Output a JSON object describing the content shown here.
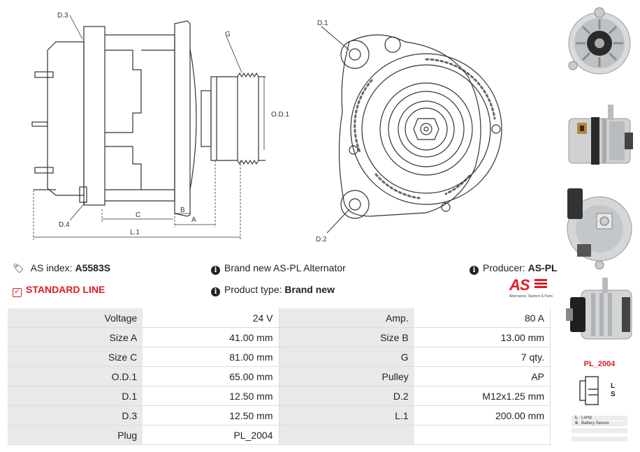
{
  "drawing": {
    "side_labels": {
      "d3": "D.3",
      "d4": "D.4",
      "g": "G",
      "od1": "O.D.1",
      "c": "C",
      "b": "B",
      "a": "A",
      "l1": "L.1"
    },
    "front_labels": {
      "d1": "D.1",
      "d2": "D.2"
    }
  },
  "info": {
    "as_index_label": "AS index:",
    "as_index_value": "A5583S",
    "line": "STANDARD LINE",
    "brand_text": "Brand new AS-PL Alternator",
    "product_type_label": "Product type:",
    "product_type_value": "Brand new",
    "producer_label": "Producer:",
    "producer_value": "AS-PL",
    "logo_text": "AS",
    "logo_tagline": "Alternators, Starters & Parts"
  },
  "specs": [
    [
      "Voltage",
      "24 V",
      "Amp.",
      "80 A"
    ],
    [
      "Size A",
      "41.00 mm",
      "Size B",
      "13.00 mm"
    ],
    [
      "Size C",
      "81.00 mm",
      "G",
      "7 qty."
    ],
    [
      "O.D.1",
      "65.00 mm",
      "Pulley",
      "AP"
    ],
    [
      "D.1",
      "12.50 mm",
      "D.2",
      "M12x1.25 mm"
    ],
    [
      "D.3",
      "12.50 mm",
      "L.1",
      "200.00 mm"
    ],
    [
      "Plug",
      "PL_2004",
      "",
      ""
    ]
  ],
  "plug": {
    "code": "PL_2004",
    "pin_l": "L",
    "pin_s": "S",
    "legend": [
      {
        "key": "L",
        "text": "Lamp"
      },
      {
        "key": "S",
        "text": "Battery Sensor"
      }
    ]
  },
  "colors": {
    "accent_red": "#e01b24",
    "table_label_bg": "#e9e9e9"
  }
}
